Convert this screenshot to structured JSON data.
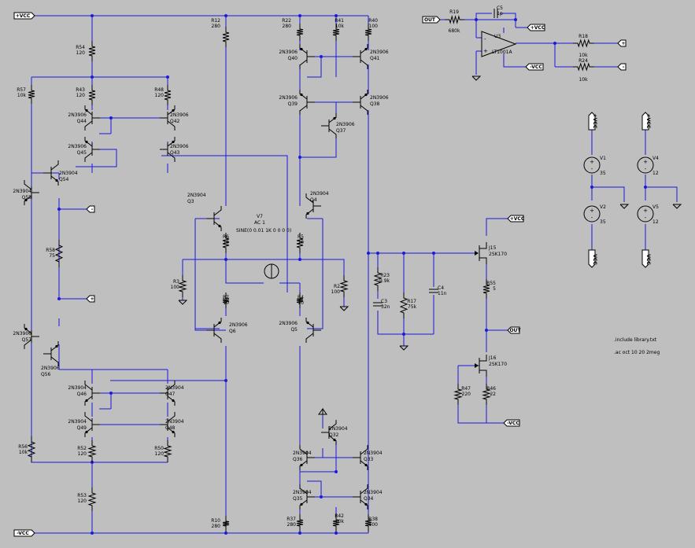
{
  "window": {
    "background": "#bfbfbf",
    "wire_color": "#1a1adc"
  },
  "netlabels": {
    "vcc_pos": "+VCC",
    "vcc_neg": "-VCC",
    "out": "OUT",
    "minus": "-",
    "plus": "+",
    "neg_plus": "+",
    "neg_minus": "-"
  },
  "components": {
    "R54": {
      "ref": "R54",
      "val": "120"
    },
    "R57": {
      "ref": "R57",
      "val": "10k"
    },
    "R43": {
      "ref": "R43",
      "val": "120"
    },
    "R48": {
      "ref": "R48",
      "val": "120"
    },
    "Q44": {
      "ref": "Q44",
      "model": "2N3906"
    },
    "Q42": {
      "ref": "Q42",
      "model": "2N3906"
    },
    "Q45": {
      "ref": "Q45",
      "model": "2N3906"
    },
    "Q43": {
      "ref": "Q43",
      "model": "2N3906"
    },
    "Q54": {
      "ref": "Q54",
      "model": "2N3904"
    },
    "Q55": {
      "ref": "Q55",
      "model": "2N3904"
    },
    "R58": {
      "ref": "R58",
      "val": "75"
    },
    "Q57": {
      "ref": "Q57",
      "model": "2N3906"
    },
    "Q56": {
      "ref": "Q56",
      "model": "2N3906"
    },
    "Q46": {
      "ref": "Q46",
      "model": "2N3904"
    },
    "Q47": {
      "ref": "Q47",
      "model": "2N3904"
    },
    "Q49": {
      "ref": "Q49",
      "model": "2N3904"
    },
    "Q48": {
      "ref": "Q48",
      "model": "2N3904"
    },
    "R56": {
      "ref": "R56",
      "val": "10k"
    },
    "R52": {
      "ref": "R52",
      "val": "120"
    },
    "R50": {
      "ref": "R50",
      "val": "120"
    },
    "R53": {
      "ref": "R53",
      "val": "120"
    },
    "R12": {
      "ref": "R12",
      "val": "280"
    },
    "R10": {
      "ref": "R10",
      "val": "280"
    },
    "Q3": {
      "ref": "Q3",
      "model": "2N3904"
    },
    "Q4": {
      "ref": "Q4",
      "model": "2N3904"
    },
    "Q5": {
      "ref": "Q5",
      "model": "2N3906"
    },
    "Q6": {
      "ref": "Q6",
      "model": "2N3906"
    },
    "R6": {
      "ref": "R6",
      "val": "10"
    },
    "R5": {
      "ref": "R5",
      "val": "10"
    },
    "R7": {
      "ref": "R7",
      "val": "10"
    },
    "R4": {
      "ref": "R4",
      "val": "10"
    },
    "R3": {
      "ref": "R3",
      "val": "100"
    },
    "R2": {
      "ref": "R2",
      "val": "100"
    },
    "V7": {
      "ref": "V7",
      "line1": "AC 1",
      "line2": "SINE(0 0.01 1K 0 0 0 0)"
    },
    "R22": {
      "ref": "R22",
      "val": "280"
    },
    "R41": {
      "ref": "R41",
      "val": "10k"
    },
    "R40": {
      "ref": "R40",
      "val": "100"
    },
    "Q40": {
      "ref": "Q40",
      "model": "2N3906"
    },
    "Q41": {
      "ref": "Q41",
      "model": "2N3906"
    },
    "Q39": {
      "ref": "Q39",
      "model": "2N3906"
    },
    "Q38": {
      "ref": "Q38",
      "model": "2N3906"
    },
    "Q37": {
      "ref": "Q37",
      "model": "2N3906"
    },
    "Q32": {
      "ref": "Q32",
      "model": "2N3904"
    },
    "Q36": {
      "ref": "Q36",
      "model": "2N3904"
    },
    "Q33": {
      "ref": "Q33",
      "model": "2N3904"
    },
    "Q35": {
      "ref": "Q35",
      "model": "2N3904"
    },
    "Q34": {
      "ref": "Q34",
      "model": "2N3904"
    },
    "R37": {
      "ref": "R37",
      "val": "280"
    },
    "R42": {
      "ref": "R42",
      "val": "10k"
    },
    "R38": {
      "ref": "R38",
      "val": "100"
    },
    "R23": {
      "ref": "R23",
      "val": "9.9k"
    },
    "C3": {
      "ref": "C3",
      "val": "32n"
    },
    "R17": {
      "ref": "R17",
      "val": "75k"
    },
    "C4": {
      "ref": "C4",
      "val": "11n"
    },
    "J15": {
      "ref": "J15",
      "model": "2SK170"
    },
    "R55": {
      "ref": "R55",
      "val": "5"
    },
    "J16": {
      "ref": "J16",
      "model": "2SK170"
    },
    "R47": {
      "ref": "R47",
      "val": "220"
    },
    "R46": {
      "ref": "R46",
      "val": "22"
    },
    "R19": {
      "ref": "R19",
      "val": "680k"
    },
    "C5": {
      "ref": "C5",
      "val": "1p"
    },
    "U3": {
      "ref": "U3",
      "model": "LT1001A"
    },
    "R18": {
      "ref": "R18",
      "val": "10k"
    },
    "R24": {
      "ref": "R24",
      "val": "10k"
    },
    "V1": {
      "ref": "V1",
      "val": "35"
    },
    "V2": {
      "ref": "V2",
      "val": "35"
    },
    "V4": {
      "ref": "V4",
      "val": "12"
    },
    "V5": {
      "ref": "V5",
      "val": "12"
    }
  },
  "directives": {
    "include": ".include library.txt",
    "analysis": ".ac oct 10 20 2meg"
  }
}
